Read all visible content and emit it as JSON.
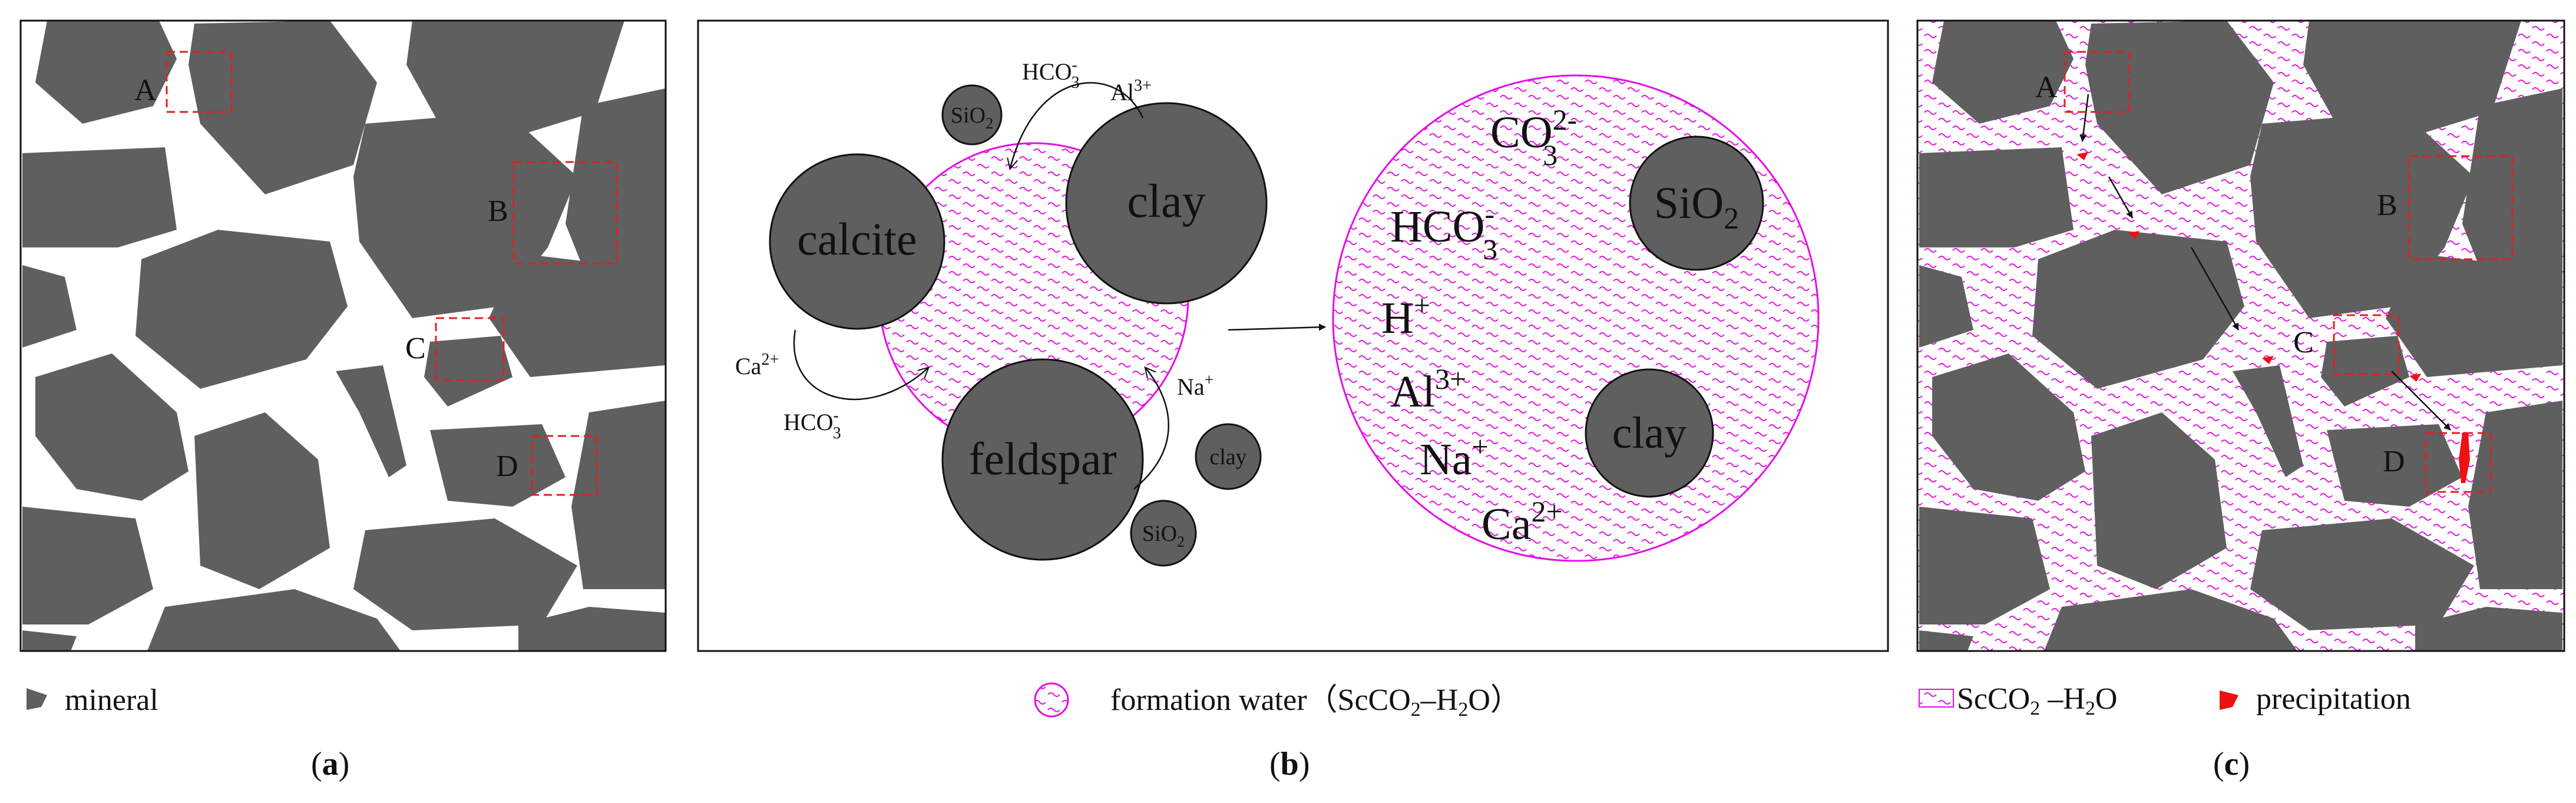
{
  "panel_a": {
    "boxes": [
      "A",
      "B",
      "C",
      "D"
    ],
    "legend": "mineral",
    "caption": "a"
  },
  "panel_b": {
    "minerals": {
      "calcite": "calcite",
      "clay": "clay",
      "feldspar": "feldspar",
      "clay_small": "clay",
      "sio2_big": "SiO",
      "sio2_sub": "2"
    },
    "ions_left": {
      "hco3_top": "HCO",
      "hco3_top_sub": "3",
      "hco3_top_sup": "-",
      "al": "Al",
      "al_sup": "3+",
      "ca": "Ca",
      "ca_sup": "2+",
      "hco3_bot": "HCO",
      "hco3_bot_sub": "3",
      "hco3_bot_sup": "-",
      "na": "Na",
      "na_sup": "+"
    },
    "ions_right": {
      "co3": "CO",
      "co3_sub": "3",
      "co3_sup": "2-",
      "hco3": "HCO",
      "hco3_sub": "3",
      "hco3_sup": "-",
      "h": "H",
      "h_sup": "+",
      "al": "Al",
      "al_sup": "3+",
      "na": "Na",
      "na_sup": "+",
      "ca": "Ca",
      "ca_sup": "2+"
    },
    "legend": {
      "prefix": "formation water（ScCO",
      "sub": "2",
      "suffix": "–H",
      "sub2": "2",
      "end": "O）"
    },
    "caption": "b"
  },
  "panel_c": {
    "boxes": [
      "A",
      "B",
      "C",
      "D"
    ],
    "legend_water": {
      "prefix": "ScCO",
      "sub": "2",
      "suffix": " –H",
      "sub2": "2",
      "end": "O"
    },
    "legend_precip": "precipitation",
    "caption": "c"
  },
  "colors": {
    "mineral": "#5f5f5f",
    "water": "#e60de6",
    "box": "#e02020",
    "precip": "#ee1111"
  }
}
